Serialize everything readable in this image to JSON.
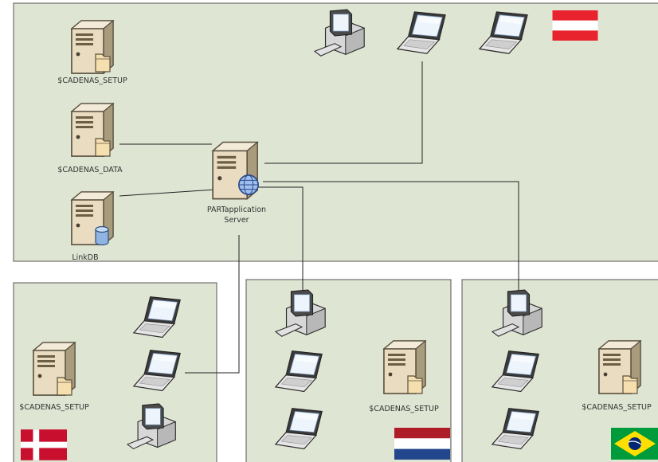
{
  "colors": {
    "region_fill": "#dfe5d3",
    "region_stroke": "#555555",
    "server_body": "#e9dcc0",
    "monitor_frame": "#3a3a3a",
    "flag_austria_red": "#e8232e",
    "flag_netherlands_red": "#ae1c28",
    "flag_netherlands_blue": "#21468b",
    "flag_denmark_red": "#c8102e",
    "flag_brazil_green": "#009b3a",
    "flag_brazil_yellow": "#fedf00",
    "flag_brazil_blue": "#002776"
  },
  "hq": {
    "setup_label": "$CADENAS_SETUP",
    "data_label": "$CADENAS_DATA",
    "linkdb_label": "LinkDB",
    "server_label_line1": "PARTapplication",
    "server_label_line2": "Server"
  },
  "denmark": {
    "setup_label": "$CADENAS_SETUP"
  },
  "netherlands": {
    "setup_label": "$CADENAS_SETUP"
  },
  "brazil": {
    "setup_label": "$CADENAS_SETUP"
  },
  "icons": {
    "server": "server-tower-icon",
    "file_server": "file-server-icon",
    "database_server": "database-server-icon",
    "web_server": "web-server-icon",
    "workstation": "desktop-workstation-icon",
    "laptop": "laptop-icon"
  }
}
